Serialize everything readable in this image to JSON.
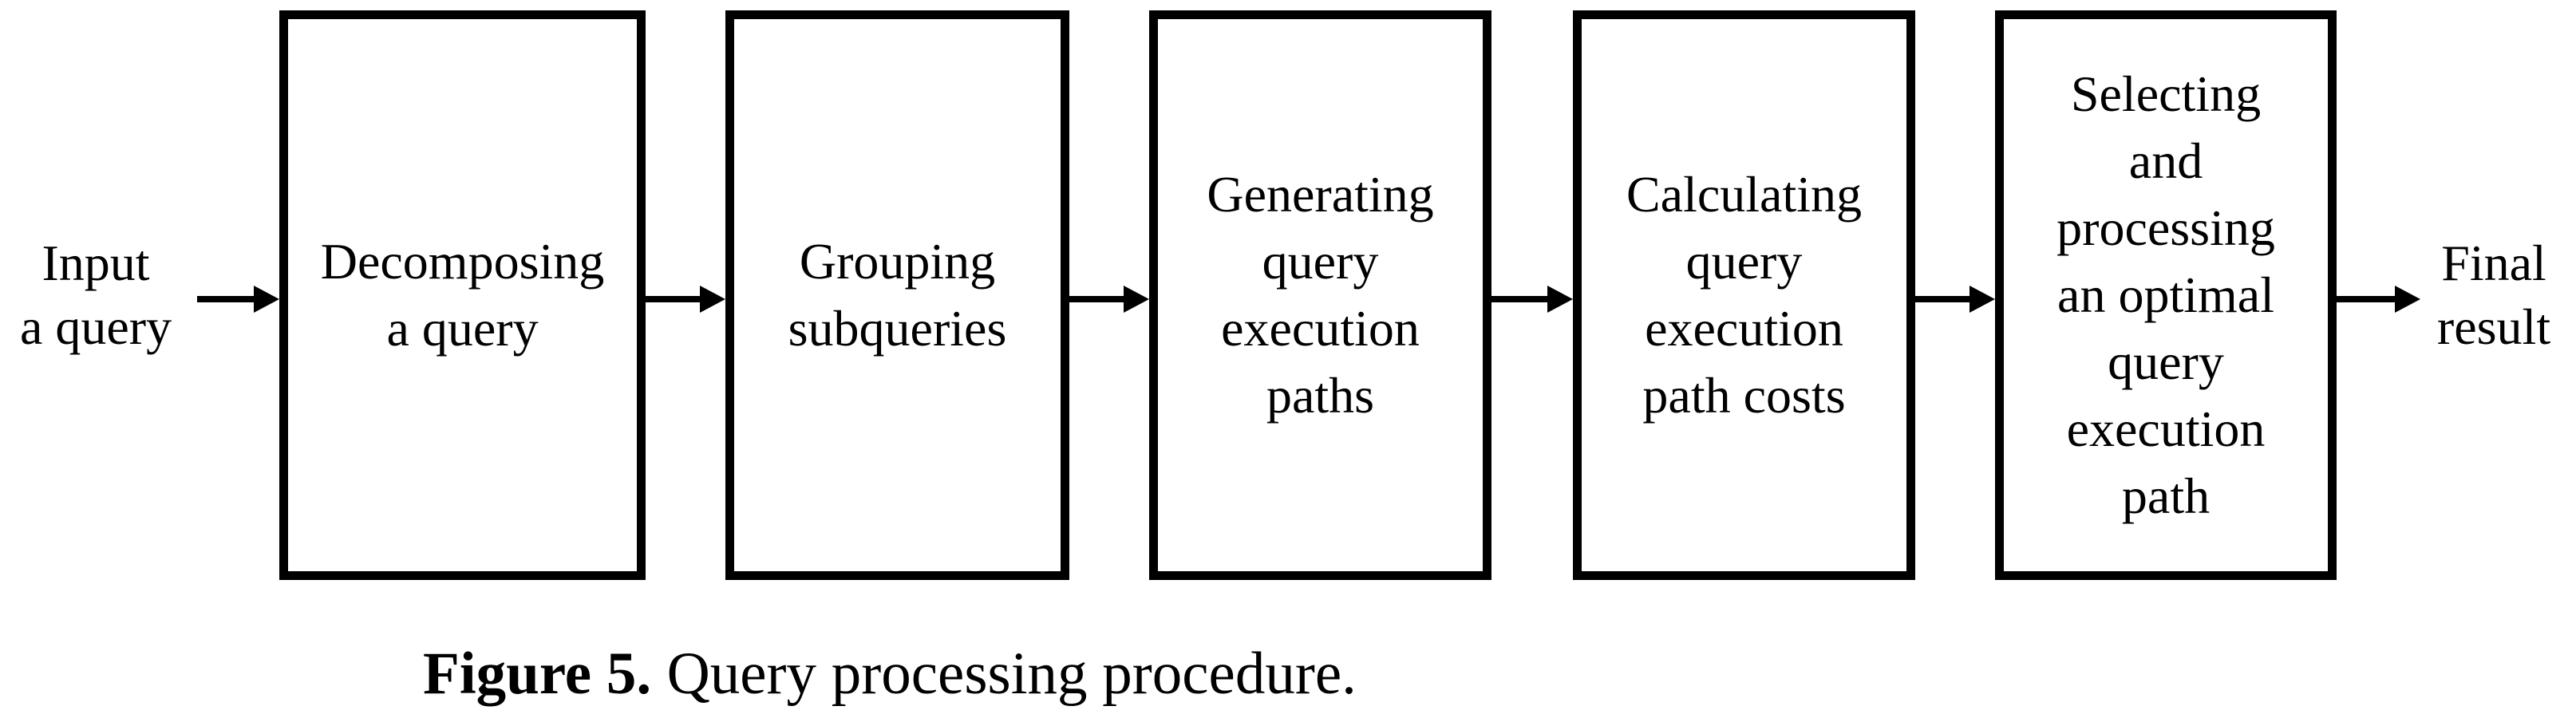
{
  "figure": {
    "colors": {
      "background": "#ffffff",
      "ink": "#000000"
    },
    "input": {
      "lines": [
        "Input",
        "a query"
      ]
    },
    "steps": [
      {
        "lines": [
          "Decomposing",
          "a query"
        ]
      },
      {
        "lines": [
          "Grouping",
          "subqueries"
        ]
      },
      {
        "lines": [
          "Generating",
          "query",
          "execution",
          "paths"
        ]
      },
      {
        "lines": [
          "Calculating",
          "query",
          "execution",
          "path costs"
        ]
      },
      {
        "lines": [
          "Selecting",
          "and",
          "processing",
          "an optimal",
          "query",
          "execution",
          "path"
        ]
      }
    ],
    "output": {
      "lines": [
        "Final",
        "result"
      ]
    },
    "caption": {
      "bold": "Figure 5.",
      "rest": "Query processing procedure."
    }
  }
}
